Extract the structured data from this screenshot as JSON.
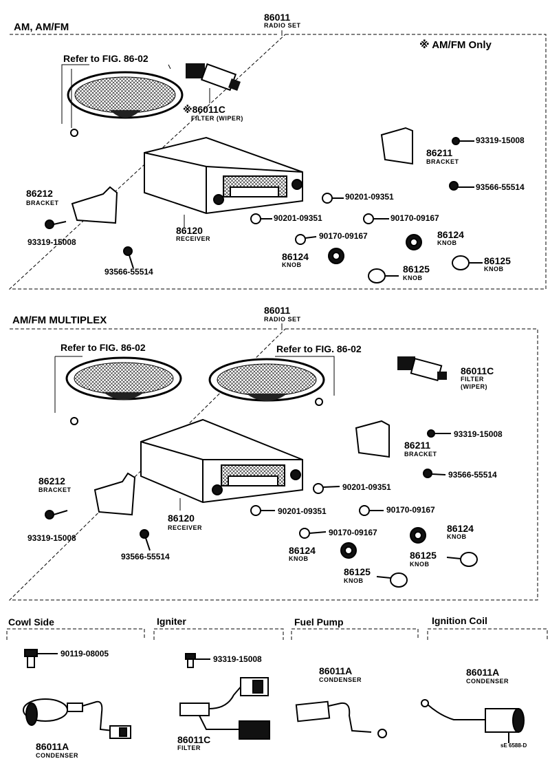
{
  "sections": {
    "am": {
      "title": "AM, AM/FM",
      "radio_set_part": "86011",
      "radio_set_label": "RADIO SET",
      "note": "※ AM/FM Only",
      "refer": "Refer to FIG. 86-02",
      "filter_part": "※86011C",
      "filter_label": "FILTER (WIPER)",
      "bracket_r_part": "86211",
      "bracket_r_label": "BRACKET",
      "bolt_r": "93319-15008",
      "screw_r": "93566-55514",
      "bracket_l_part": "86212",
      "bracket_l_label": "BRACKET",
      "bolt_l": "93319-15008",
      "screw_l": "93566-55514",
      "receiver_part": "86120",
      "receiver_label": "RECEIVER",
      "nut_a1": "90201-09351",
      "nut_a2": "90201-09351",
      "nut_b1": "90170-09167",
      "nut_b2": "90170-09167",
      "knob_a1_part": "86124",
      "knob_a1_label": "KNOB",
      "knob_a2_part": "86124",
      "knob_a2_label": "KNOB",
      "knob_b1_part": "86125",
      "knob_b1_label": "KNOB",
      "knob_b2_part": "86125",
      "knob_b2_label": "KNOB"
    },
    "mpx": {
      "title": "AM/FM  MULTIPLEX",
      "radio_set_part": "86011",
      "radio_set_label": "RADIO SET",
      "refer_l": "Refer to FIG. 86-02",
      "refer_r": "Refer to FIG. 86-02",
      "filter_part": "86011C",
      "filter_label_1": "FILTER",
      "filter_label_2": "(WIPER)",
      "bracket_r_part": "86211",
      "bracket_r_label": "BRACKET",
      "bolt_r": "93319-15008",
      "screw_r": "93566-55514",
      "bracket_l_part": "86212",
      "bracket_l_label": "BRACKET",
      "bolt_l": "93319-15008",
      "screw_l": "93566-55514",
      "receiver_part": "86120",
      "receiver_label": "RECEIVER",
      "nut_a1": "90201-09351",
      "nut_a2": "90201-09351",
      "nut_b1": "90170-09167",
      "nut_b2": "90170-09167",
      "knob_a1_part": "86124",
      "knob_a1_label": "KNOB",
      "knob_a2_part": "86124",
      "knob_a2_label": "KNOB",
      "knob_b1_part": "86125",
      "knob_b1_label": "KNOB",
      "knob_b2_part": "86125",
      "knob_b2_label": "KNOB"
    }
  },
  "bottom": {
    "cowl": {
      "title": "Cowl Side",
      "bolt": "90119-08005",
      "part": "86011A",
      "label": "CONDENSER"
    },
    "igniter": {
      "title": "Igniter",
      "bolt": "93319-15008",
      "part": "86011C",
      "label": "FILTER"
    },
    "fuel": {
      "title": "Fuel Pump",
      "part": "86011A",
      "label": "CONDENSER"
    },
    "coil": {
      "title": "Ignition Coil",
      "part": "86011A",
      "label": "CONDENSER"
    }
  },
  "footer_code": "sE 6588-D"
}
